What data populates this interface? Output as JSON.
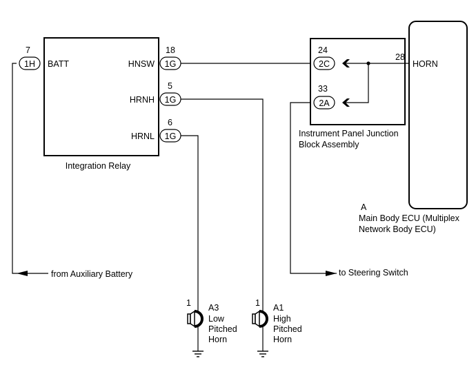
{
  "integration_relay": {
    "name": "Integration Relay",
    "pins": {
      "batt": {
        "label": "BATT",
        "number": "7",
        "connector": "1H"
      },
      "hnsw": {
        "label": "HNSW",
        "number": "18",
        "connector": "1G"
      },
      "hrnh": {
        "label": "HRNH",
        "number": "5",
        "connector": "1G"
      },
      "hrnl": {
        "label": "HRNL",
        "number": "6",
        "connector": "1G"
      }
    }
  },
  "junction_block": {
    "name_line1": "Instrument Panel Junction",
    "name_line2": "Block Assembly",
    "pins": {
      "p24": {
        "number": "24",
        "connector": "2C"
      },
      "p33": {
        "number": "33",
        "connector": "2A"
      }
    }
  },
  "main_body_ecu": {
    "connector": "A",
    "name_line1": "Main Body ECU (Multiplex",
    "name_line2": "Network Body ECU)",
    "pin": {
      "number": "28",
      "label": "HORN"
    }
  },
  "labels": {
    "from_aux_battery": "from Auxiliary Battery",
    "to_steering_switch": "to Steering Switch"
  },
  "horns": {
    "low": {
      "pin": "1",
      "connector": "A3",
      "line1": "Low",
      "line2": "Pitched",
      "line3": "Horn"
    },
    "high": {
      "pin": "1",
      "connector": "A1",
      "line1": "High",
      "line2": "Pitched",
      "line3": "Horn"
    }
  }
}
